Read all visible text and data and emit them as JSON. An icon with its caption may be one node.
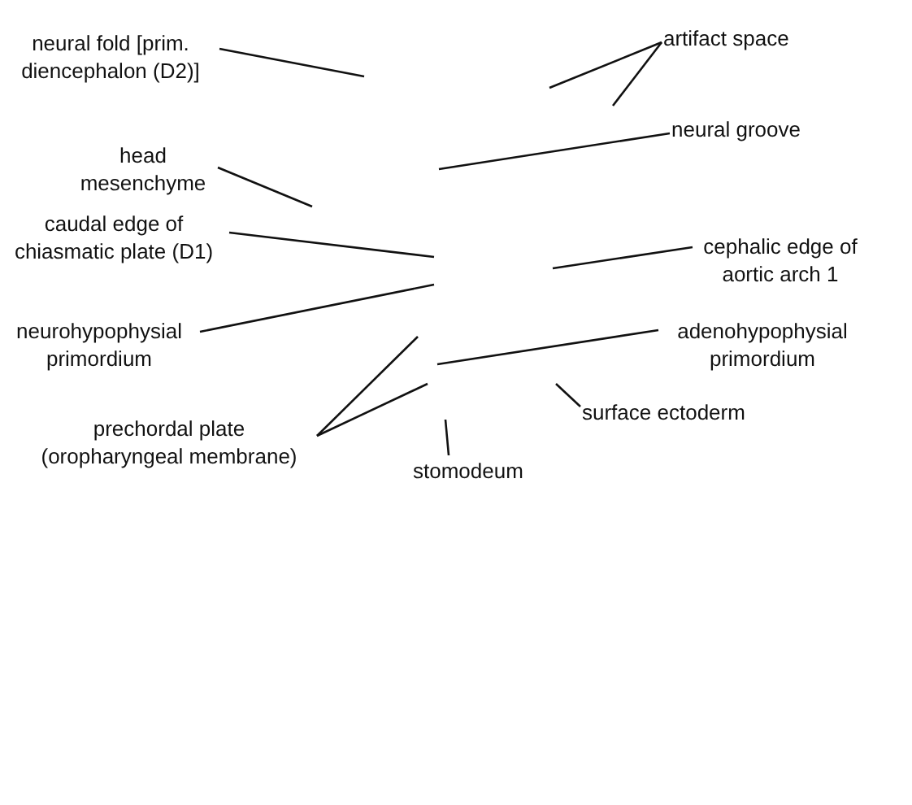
{
  "diagram": {
    "nodes": [
      {
        "text": [
          "neural fold [prim. diencephalon (D2)]"
        ]
      },
      {
        "text": [
          "artifact space"
        ]
      },
      {
        "text": [
          "neural groove"
        ]
      },
      {
        "text": [
          "head mesenchyme"
        ]
      },
      {
        "text": [
          "caudal edge of chiasmatic plate (D1)"
        ]
      },
      {
        "text": [
          "cephalic edge of aortic arch 1"
        ]
      },
      {
        "text": [
          "neurohypophysial primordium"
        ]
      },
      {
        "text": [
          "adenohypophysial primordium"
        ]
      },
      {
        "text": [
          "surface ectoderm"
        ]
      },
      {
        "text": [
          "prechordal plate (oropharyngeal membrane)"
        ]
      },
      {
        "text": [
          "stomodeum"
        ]
      }
    ],
    "edges": [
      {
        "from": 0,
        "to": null,
        "arrow": "none"
      },
      {
        "from": 1,
        "to": null,
        "arrow": "none"
      },
      {
        "from": 1,
        "to": null,
        "arrow": "none"
      },
      {
        "from": 2,
        "to": null,
        "arrow": "none"
      },
      {
        "from": 3,
        "to": null,
        "arrow": "none"
      },
      {
        "from": 4,
        "to": null,
        "arrow": "none"
      },
      {
        "from": 5,
        "to": null,
        "arrow": "none"
      },
      {
        "from": 6,
        "to": null,
        "arrow": "none"
      },
      {
        "from": 7,
        "to": null,
        "arrow": "none"
      },
      {
        "from": 8,
        "to": null,
        "arrow": "none"
      },
      {
        "from": 9,
        "to": null,
        "arrow": "none"
      },
      {
        "from": 9,
        "to": null,
        "arrow": "none"
      },
      {
        "from": 10,
        "to": null,
        "arrow": "none"
      }
    ]
  }
}
